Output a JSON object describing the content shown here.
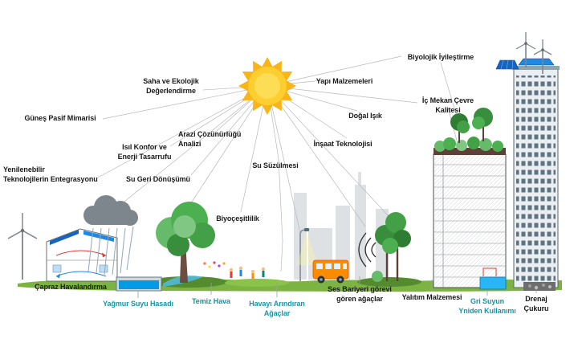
{
  "colors": {
    "teal": "#1596a5",
    "label": "#1a1a1a",
    "sun": "#F9B517",
    "grass": "#7cb342",
    "solar_blue": "#1565c0",
    "line_gray": "#b8b8b8"
  },
  "labels": {
    "gunes_pasif": "Güneş Pasif Mimarisi",
    "yenilenebilir": "Yenilenebilir\nTeknolojilerin Entegrasyonu",
    "isil_konfor": "Isıl Konfor ve\nEnerji Tasarrufu",
    "su_geri": "Su Geri Dönüşümü",
    "saha": "Saha ve Ekolojik\nDeğerlendirme",
    "arazi": "Arazi Çözünürlüğü\nAnalizi",
    "su_suzulmesi": "Su Süzülmesi",
    "biyocesitlilik": "Biyoçeşitlilik",
    "yapi_malzemeleri": "Yapı Malzemeleri",
    "dogal_isik": "Doğal Işık",
    "insaat": "İnşaat Teknolojisi",
    "biyolojik": "Biyolojik İyileştirme",
    "ic_mekan": "İç Mekan Çevre\nKalitesi",
    "capraz": "Çapraz Havalandırma",
    "yagmur": "Yağmur Suyu Hasadı",
    "temiz_hava": "Temiz Hava",
    "havayi": "Havayı Arındıran\nAğaçlar",
    "ses_bariyeri": "Ses Bariyeri görevi\ngören ağaçlar",
    "yalitim": "Yalıtım Malzemesi",
    "gri_suyun": "Gri Suyun\nYniden Kullanımı",
    "drenaj": "Drenaj Çukuru"
  }
}
